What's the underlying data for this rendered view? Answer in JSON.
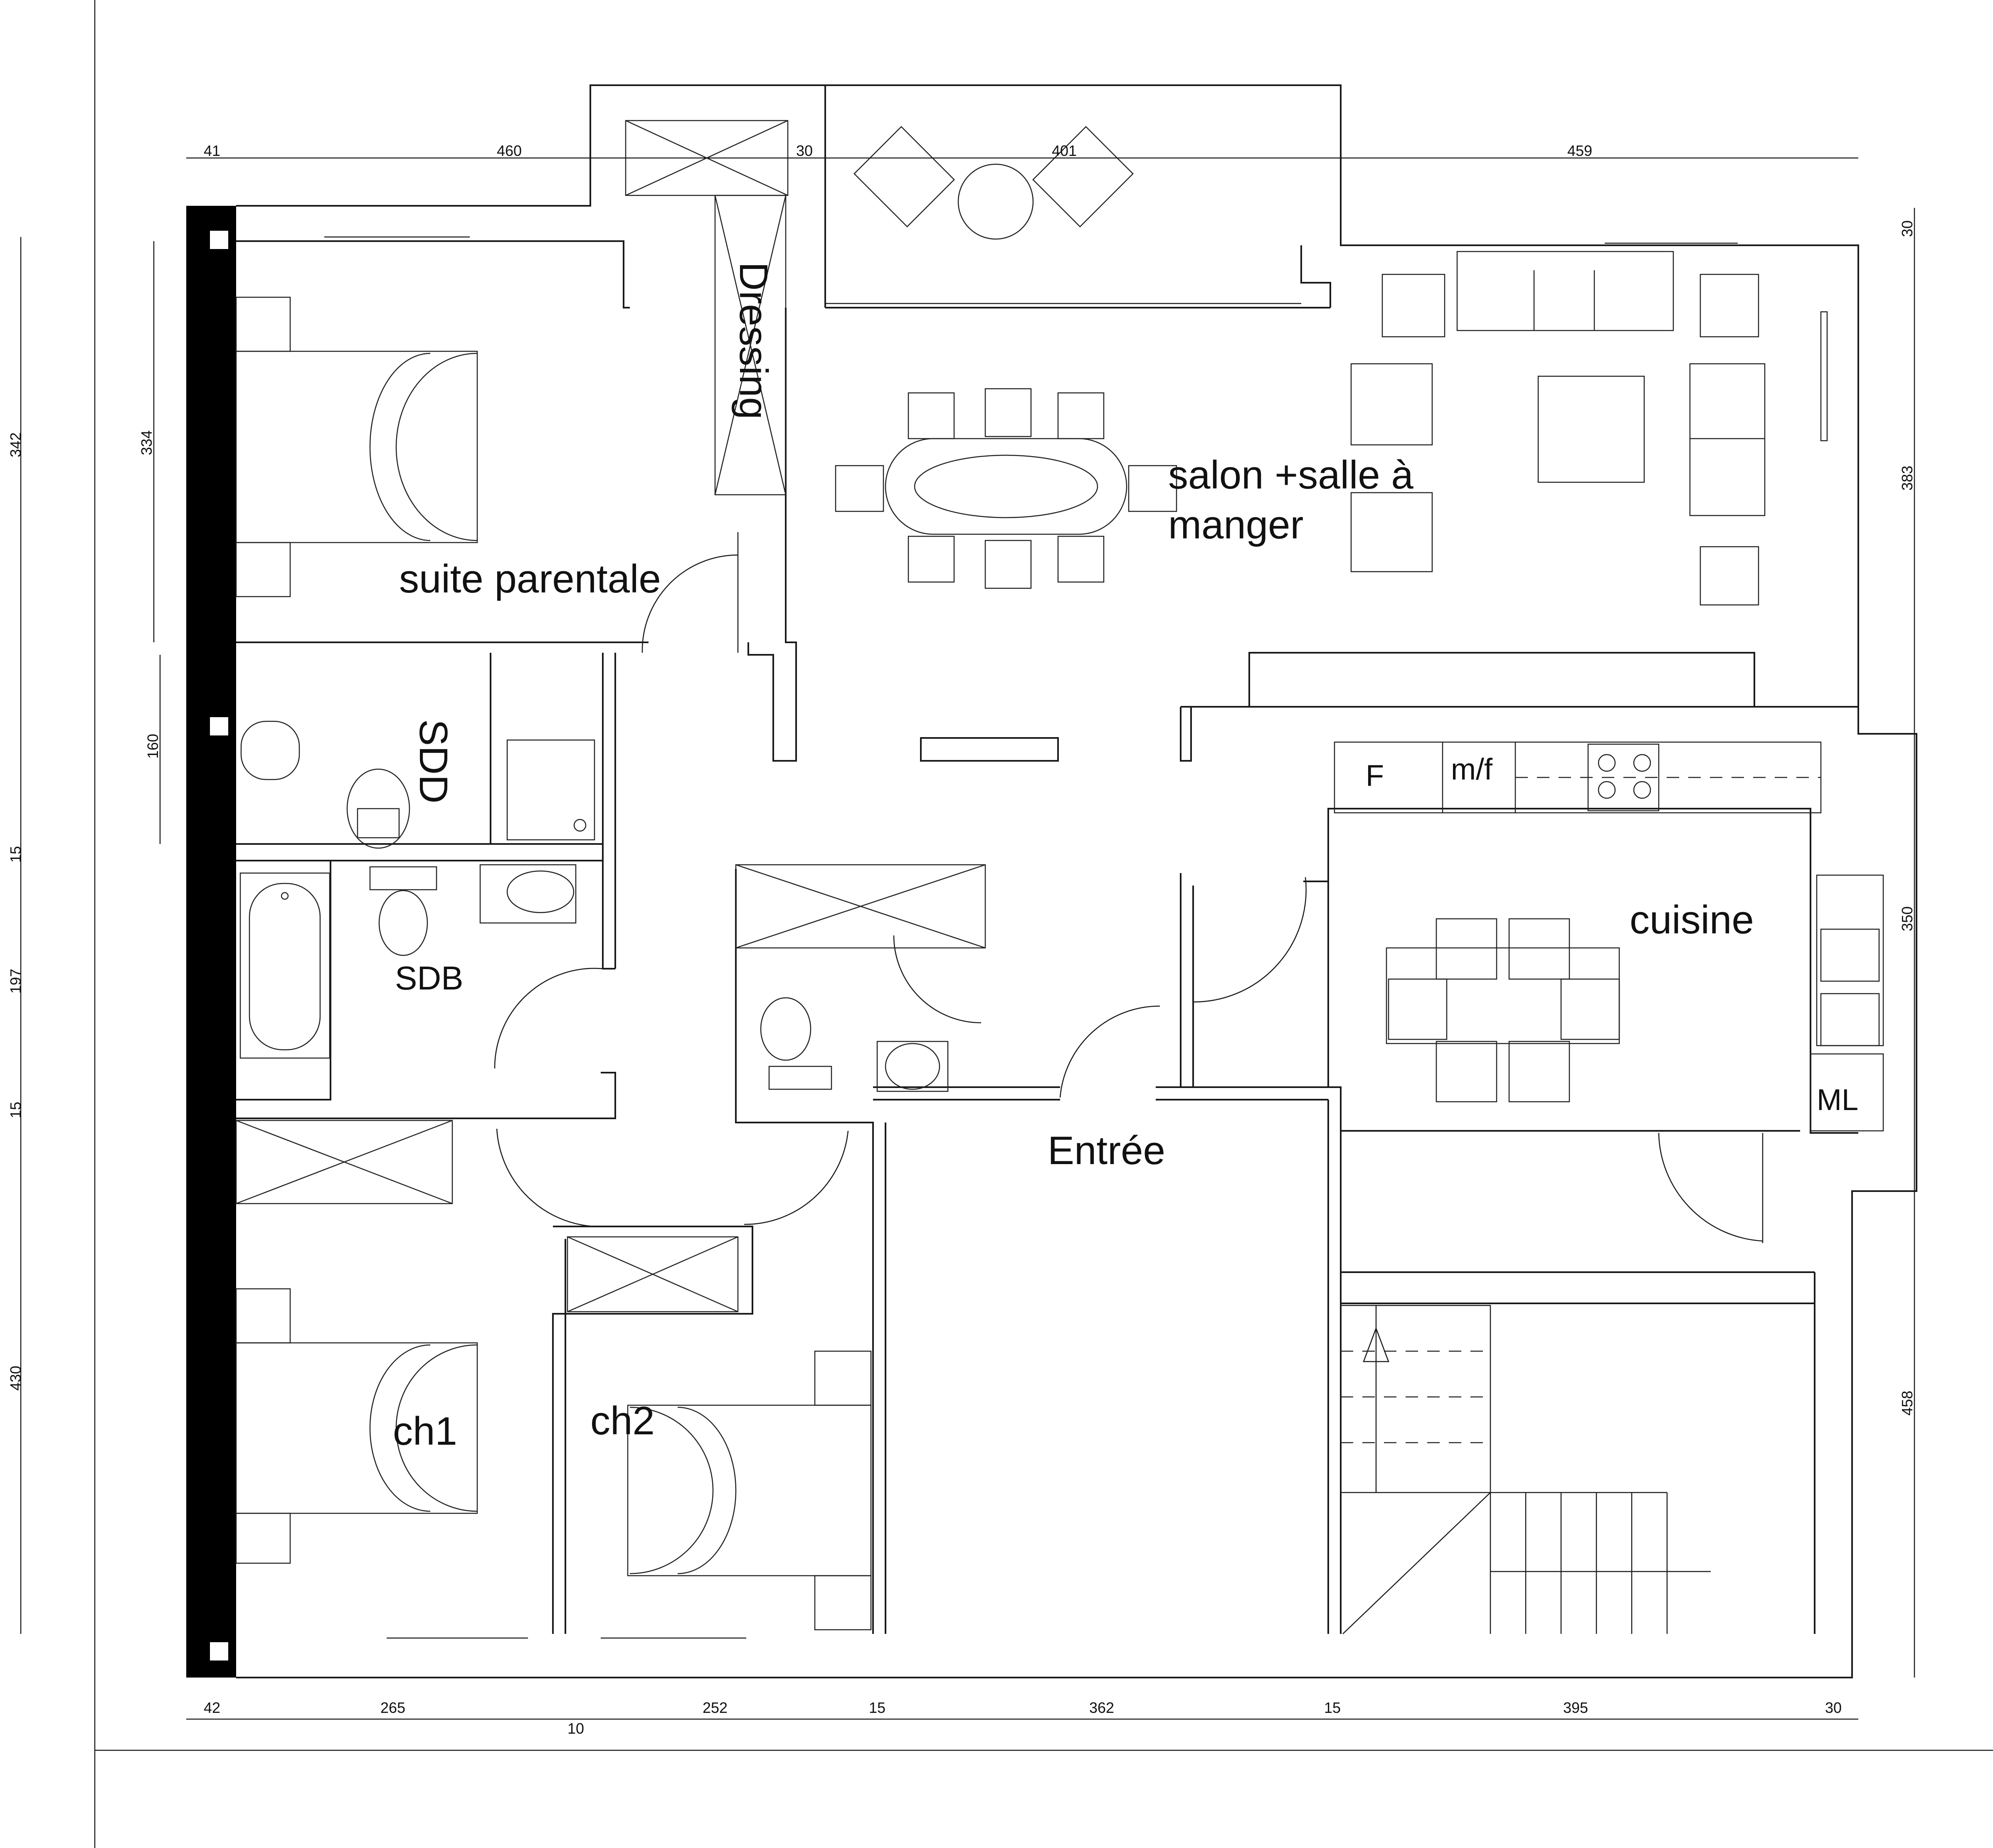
{
  "rooms": {
    "suite": "suite parentale",
    "dressing": "Dressing",
    "salon_line1": "salon +salle à",
    "salon_line2": "manger",
    "sdd": "SDD",
    "sdb": "SDB",
    "cuisine": "cuisine",
    "entree": "Entrée",
    "ch1": "ch1",
    "ch2": "ch2"
  },
  "equipment": {
    "fridge": "F",
    "microwave": "m/f",
    "washing_machine": "ML"
  },
  "dimensions": {
    "top": [
      "41",
      "460",
      "30",
      "401",
      "459"
    ],
    "bottom": [
      "42",
      "265",
      "252",
      "15",
      "362",
      "15",
      "395",
      "30"
    ],
    "bottom_sub": "10",
    "left_outer": [
      "342",
      "15",
      "197",
      "15",
      "430"
    ],
    "left_inner": [
      "334",
      "160"
    ],
    "right": [
      "30",
      "383",
      "350",
      "458"
    ]
  }
}
